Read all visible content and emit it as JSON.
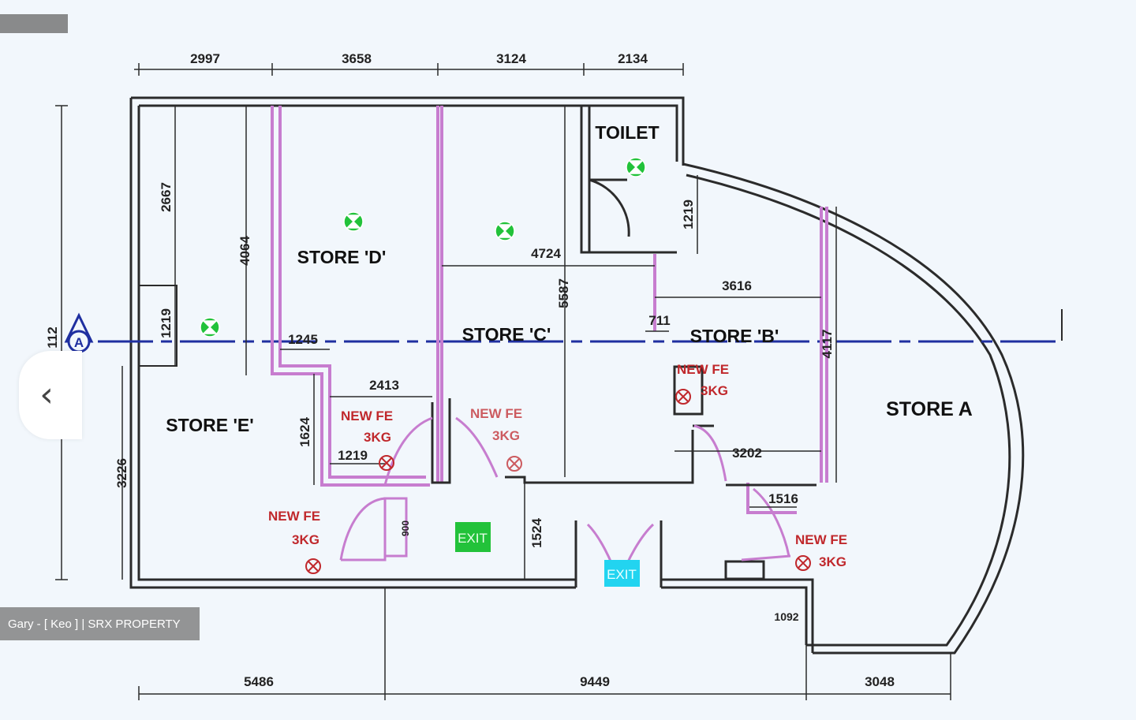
{
  "viewer": {
    "back_glyph": "‹",
    "watermark": "Gary - [ Keo ] | SRX PROPERTY"
  },
  "plan": {
    "grid_label": "A",
    "dims": {
      "top1": "2997",
      "top2": "3658",
      "top3": "3124",
      "top4": "2134",
      "left_total": "112",
      "left_upper": "2667",
      "left_mid": "1219",
      "left_lower": "3226",
      "d_height": "4064",
      "toilet_side": "1219",
      "c_width": "4724",
      "c_height": "5587",
      "b_width": "3616",
      "b_height": "4117",
      "gap_711": "711",
      "e_corr": "1245",
      "corr_2413": "2413",
      "v_1624": "1624",
      "h_1219": "1219",
      "door_900": "900",
      "v_1524": "1524",
      "h_3202": "3202",
      "h_1516": "1516",
      "v_1092": "1092",
      "bot1": "5486",
      "bot2": "9449",
      "bot3": "3048"
    },
    "rooms": {
      "toilet": "TOILET",
      "store_d": "STORE 'D'",
      "store_c": "STORE 'C'",
      "store_b": "STORE 'B'",
      "store_a": "STORE A",
      "store_e": "STORE 'E'"
    },
    "fe": {
      "l1": "NEW FE",
      "l2": "3KG"
    },
    "exit_label": "EXIT",
    "colors": {
      "wall": "#2b2b2b",
      "partition": "#c77dcf",
      "gridline": "#1f2fa0",
      "fe_red": "#c0282c",
      "exit_green": "#22c23a",
      "exit_cyan": "#22d4f0",
      "marker_green": "#22c23a"
    }
  }
}
